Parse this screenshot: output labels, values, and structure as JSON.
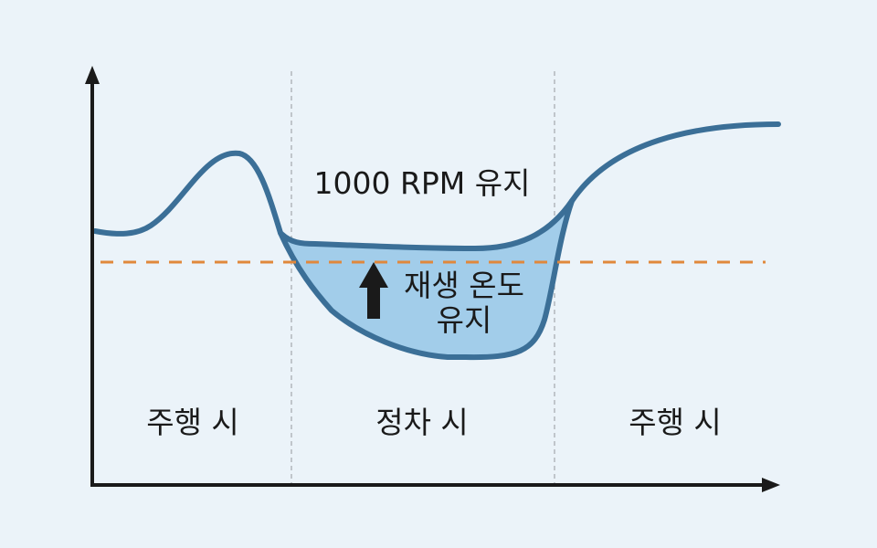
{
  "colors": {
    "background": "#ebf3f9",
    "axis": "#1a1a1a",
    "curve": "#3b6f97",
    "fill_region": "#a2cdea",
    "threshold_line": "#e0883c",
    "divider": "#a8adb2",
    "arrow": "#1a1a1a"
  },
  "labels": {
    "rpm_hold": "1000 RPM 유지",
    "regen_temp_line1": "재생 온도",
    "regen_temp_line2": "유지"
  },
  "sections": [
    {
      "label": "주행 시"
    },
    {
      "label": "정차 시"
    },
    {
      "label": "주행 시"
    }
  ],
  "icons": {
    "up_arrow": "up-arrow-icon"
  }
}
